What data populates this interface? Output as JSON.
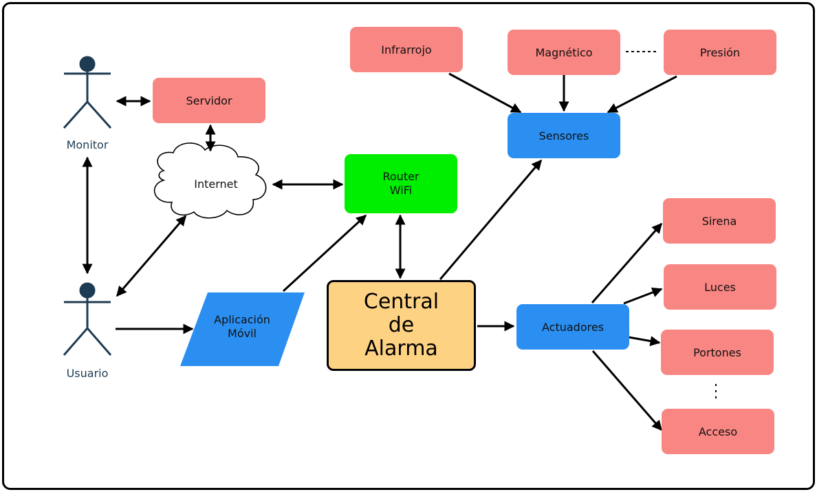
{
  "actors": {
    "monitor": "Monitor",
    "usuario": "Usuario"
  },
  "nodes": {
    "servidor": "Servidor",
    "internet": "Internet",
    "router": "Router\nWiFi",
    "aplicacion": "Aplicación\nMóvil",
    "central": "Central\nde\nAlarma",
    "sensores": "Sensores",
    "actuadores": "Actuadores"
  },
  "sensor_types": {
    "infrarrojo": "Infrarrojo",
    "magnetico": "Magnético",
    "presion": "Presión"
  },
  "actuator_types": {
    "sirena": "Sirena",
    "luces": "Luces",
    "portones": "Portones",
    "acceso": "Acceso"
  },
  "colors": {
    "red_box": "#f88683",
    "blue_box": "#2b8ff2",
    "green_box": "#00ee00",
    "central_box": "#fdd283",
    "actor": "#1d3b52"
  }
}
